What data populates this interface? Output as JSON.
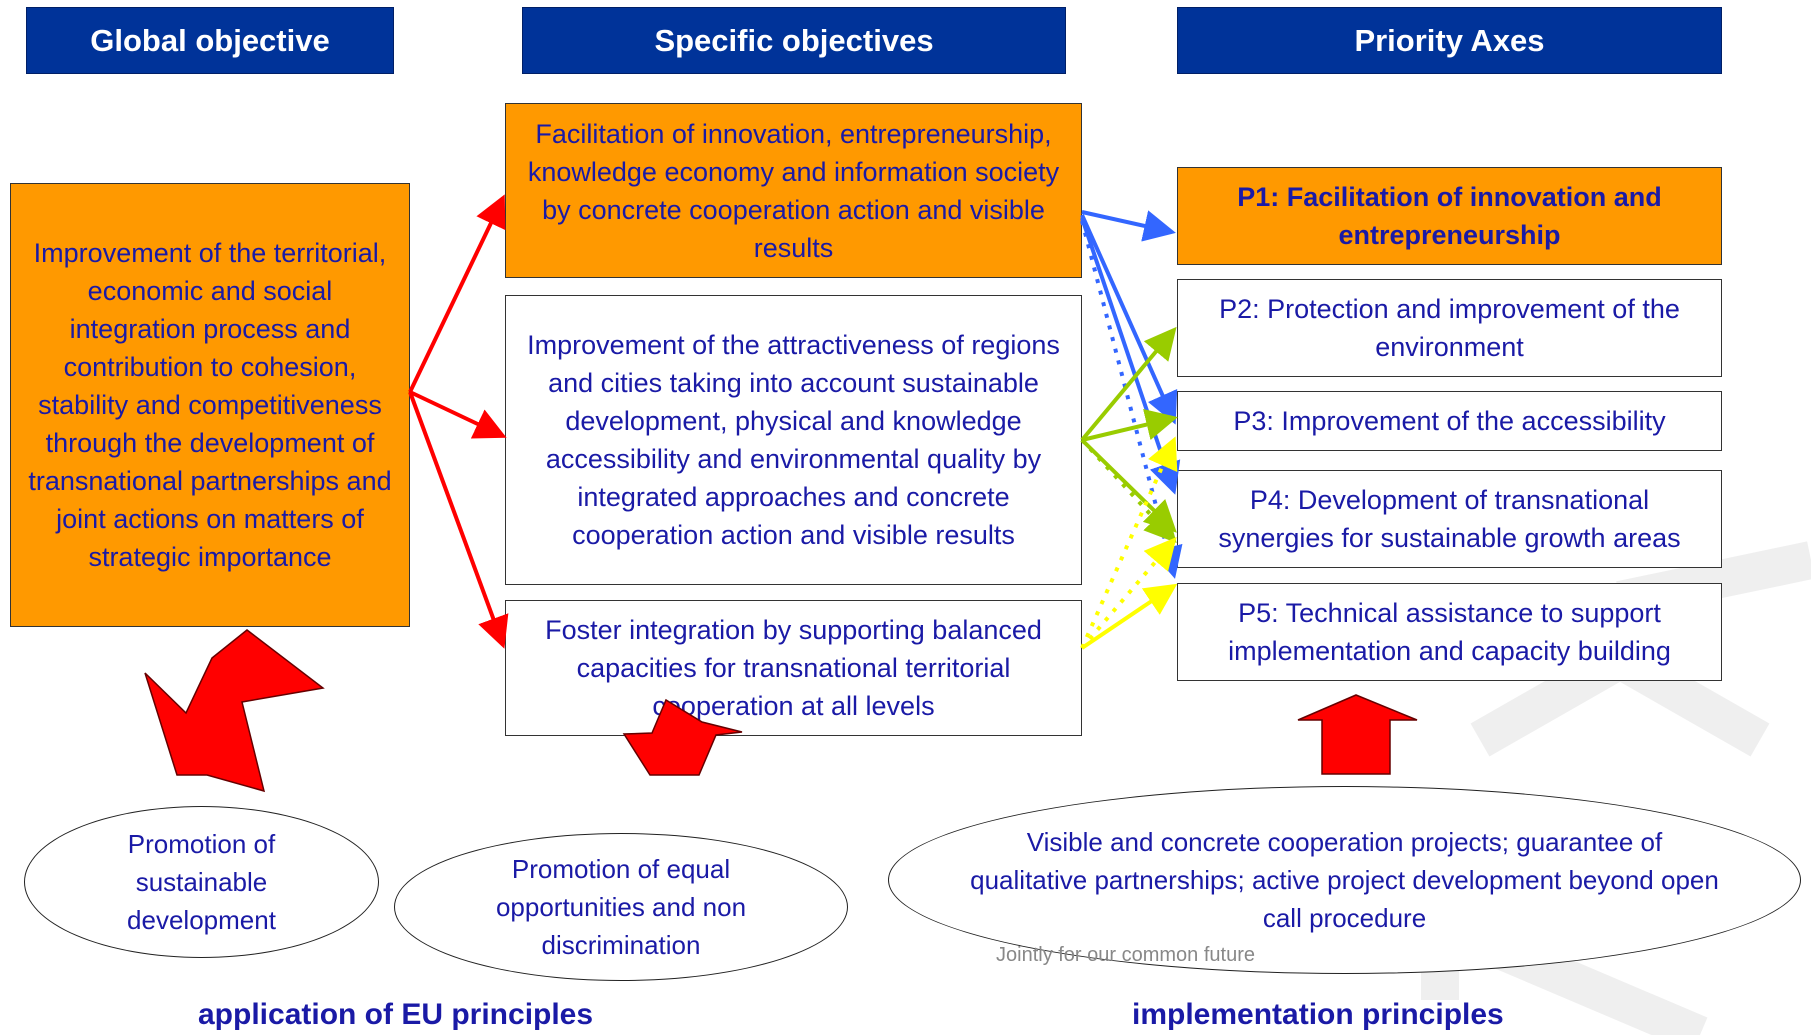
{
  "headers": {
    "global": "Global objective",
    "specific": "Specific objectives",
    "priority": "Priority Axes"
  },
  "global_objective": "Improvement of the territorial, economic and social integration process and contribution to cohesion, stability and competitiveness through the development of transnational partnerships and joint actions on matters of strategic importance",
  "specific_objectives": [
    "Facilitation of innovation, entrepreneurship, knowledge economy and information society by concrete cooperation action and visible results",
    "Improvement of the attractiveness of regions and cities taking into account sustainable development, physical and knowledge accessibility and environmental quality by integrated approaches and concrete cooperation action and visible results",
    "Foster integration by supporting balanced capacities for transnational territorial cooperation at all levels"
  ],
  "priority_axes": [
    "P1: Facilitation of innovation and entrepreneurship",
    "P2: Protection and improvement of the environment",
    "P3: Improvement of the accessibility",
    "P4: Development of transnational synergies for sustainable growth areas",
    "P5: Technical assistance to support implementation and capacity building"
  ],
  "principles": {
    "sustainable": "Promotion of sustainable development",
    "equal": "Promotion of equal opportunities and non discrimination",
    "implementation": "Visible and concrete cooperation projects; guarantee of qualitative partnerships; active project development beyond open call procedure"
  },
  "footer": {
    "left": "application of EU principles",
    "right": "implementation principles",
    "tagline": "Jointly for our common future"
  },
  "colors": {
    "header_bg": "#003399",
    "box_orange": "#ff9900",
    "text_blue": "#1a1aa6",
    "arrow_red": "#ff0000",
    "arrow_blue": "#3366ff",
    "arrow_green": "#99cc00",
    "arrow_yellow": "#ffff00"
  }
}
